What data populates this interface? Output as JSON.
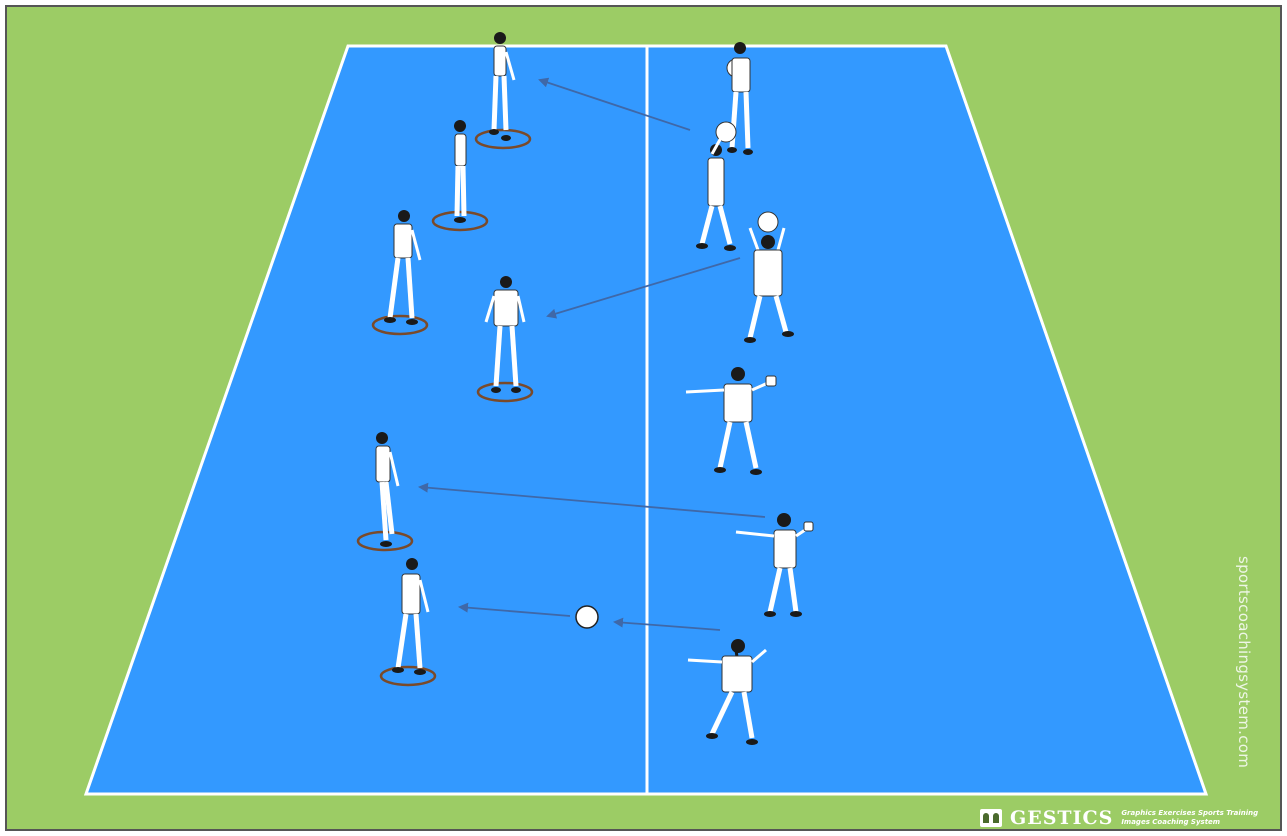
{
  "colors": {
    "grass": "#9ccc65",
    "court": "#3399ff",
    "lines": "#ffffff",
    "arrow": "#3f68a8",
    "ring": "#7a4a2a",
    "player_kit": "#ffffff",
    "hair_shoes": "#1a1a1a"
  },
  "watermark": "sportscoachingsystem.com",
  "brand": {
    "name": "GESTICS",
    "tagline_1": "Graphics Exercises Sports Training",
    "tagline_2": "Images Coaching System"
  },
  "icons": {
    "logo": "coaching-logo-icon",
    "ball": "ball-icon",
    "marker": "ring-marker-icon",
    "arrow": "pass-arrow-icon",
    "player": "player-figure-icon"
  }
}
